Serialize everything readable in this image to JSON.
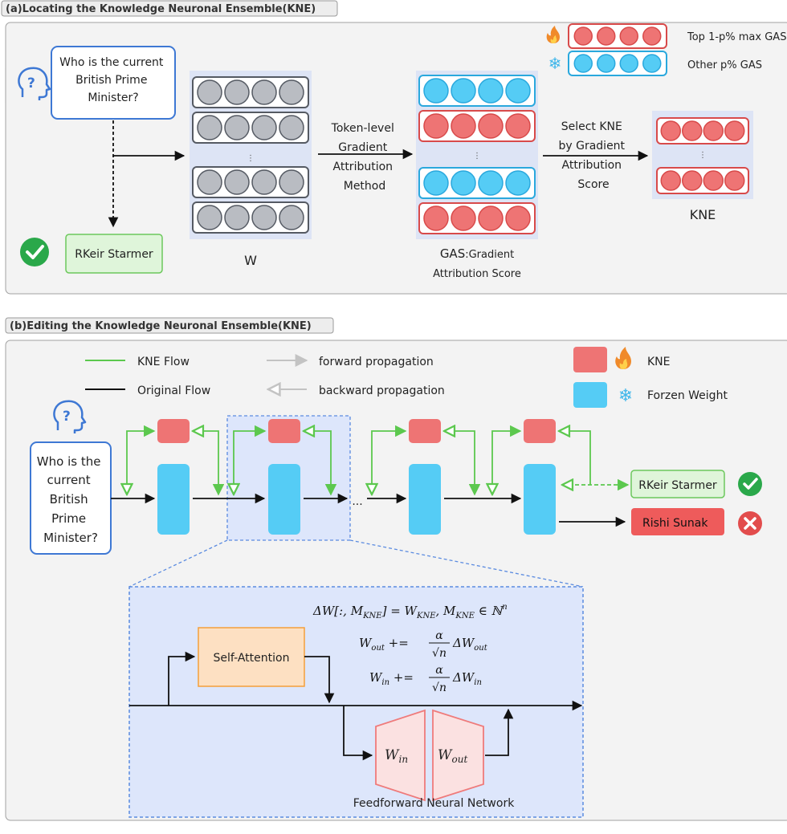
{
  "section_a": {
    "title": "(a)Locating the Knowledge Neuronal Ensemble(KNE)",
    "question": [
      "Who is the current",
      "British Prime",
      "Minister?"
    ],
    "answer": "RKeir Starmer",
    "w_label": "W",
    "method_label": [
      "Token-level",
      "Gradient",
      "Attribution",
      "Method"
    ],
    "gas_label_main": "GAS",
    "gas_label_rest": ":Gradient",
    "gas_label_line2": "Attribution Score",
    "select_label": [
      "Select KNE",
      "by Gradient",
      "Attribution",
      "Score"
    ],
    "kne_label": "KNE",
    "legend_top": "Top 1-p% max GAS",
    "legend_other": "Other p% GAS",
    "ellipsis": "⋮"
  },
  "section_b": {
    "title": "(b)Editing the Knowledge Neuronal Ensemble(KNE)",
    "legend_kne_flow": "KNE Flow",
    "legend_original_flow": "Original Flow",
    "legend_forward": "forward propagation",
    "legend_backward": "backward propagation",
    "legend_kne": "KNE",
    "legend_frozen": "Forzen Weight",
    "question": [
      "Who is the",
      "current",
      "British",
      "Prime",
      "Minister?"
    ],
    "answer_correct": "RKeir Starmer",
    "answer_wrong": "Rishi Sunak",
    "ellipsis": "...",
    "self_attention": "Self-Attention",
    "ffn_label": "Feedforward Neural Network",
    "w_in": "W",
    "w_in_sub": "in",
    "w_out": "W",
    "w_out_sub": "out",
    "formula_1": "ΔW[:, M",
    "formula_1_sub": "KNE",
    "formula_1_mid": "] = W",
    "formula_1_sub2": "KNE",
    "formula_1_end": ", M",
    "formula_1_sub3": "KNE",
    "formula_1_tail": " ∈ ℕ",
    "formula_1_sup": "n",
    "formula_2_lhs": "W",
    "formula_2_sub": "out",
    "formula_2_op": " += ",
    "formula_3_lhs": "W",
    "formula_3_sub": "in",
    "formula_3_op": " += ",
    "alpha": "α",
    "sqrt_n": "√n",
    "delta_w": "ΔW",
    "delta_out": "out",
    "delta_in": "in"
  },
  "colors": {
    "red_fill": "#ee7474",
    "red_stroke": "#d84a4a",
    "blue_fill": "#55ccf5",
    "blue_stroke": "#2aa8dd",
    "gray_fill": "#b9bcc2",
    "gray_stroke": "#555a63",
    "green": "#5cc84e",
    "panel_bg": "#f3f3f3",
    "highlight_bg": "#dde6fb",
    "question_border": "#3e78d4",
    "orange": "#f59f3a"
  },
  "icons": [
    "thinking-head-icon",
    "check-circle-icon",
    "cross-circle-icon",
    "fire-icon",
    "snowflake-icon"
  ]
}
